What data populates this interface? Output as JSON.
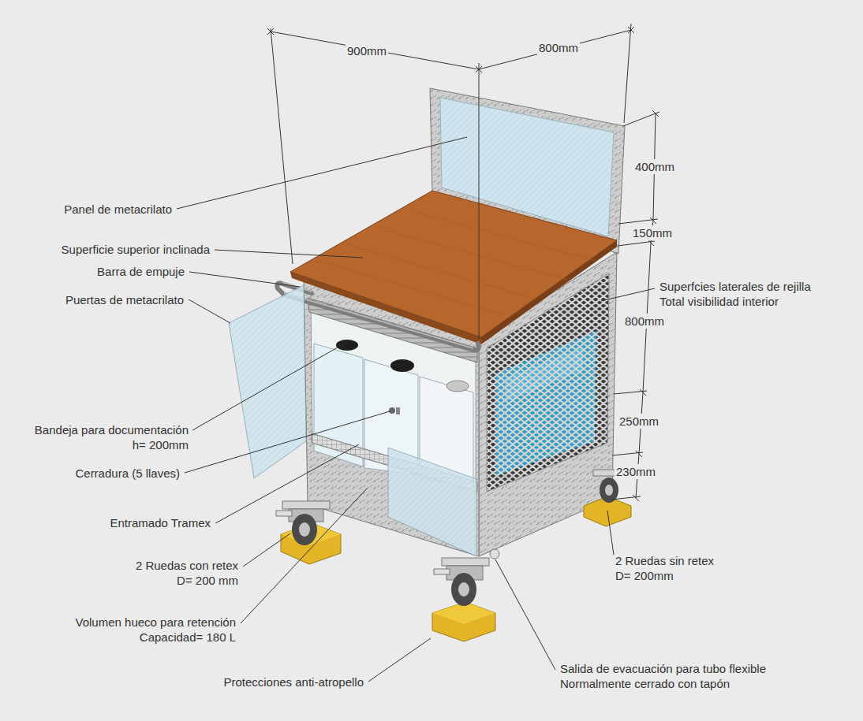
{
  "diagram": {
    "labels": [
      "900mm",
      "800mm",
      "400mm",
      "Panel de metacrilato",
      "150mm",
      "Superficie superior inclinada",
      "Barra de empuje",
      "Superfcies laterales de rejilla Total visibilidad interior",
      "Puertas de metacrilato",
      "800mm",
      "250mm",
      "Bandeja para documentación h= 200mm",
      "230mm",
      "Cerradura (5 llaves)",
      "Entramado Tramex",
      "2 Ruedas con retex D= 200 mm",
      "2 Ruedas sin retex D= 200mm",
      "Volumen hueco para retención Capacidad= 180 L",
      "Protecciones anti-atropello",
      "Salida de evacuación para tubo flexible Normalmente cerrado con tapón"
    ]
  }
}
